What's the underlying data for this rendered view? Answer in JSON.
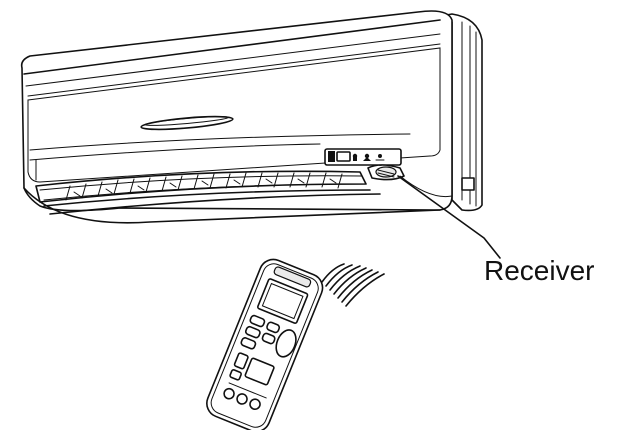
{
  "diagram": {
    "labels": {
      "receiver": "Receiver"
    },
    "components": {
      "indoor_unit": "air-conditioner-indoor-unit",
      "remote": "remote-controller",
      "signal": "infrared-signal-waves",
      "receiver_window": "signal-receiver-window"
    }
  }
}
